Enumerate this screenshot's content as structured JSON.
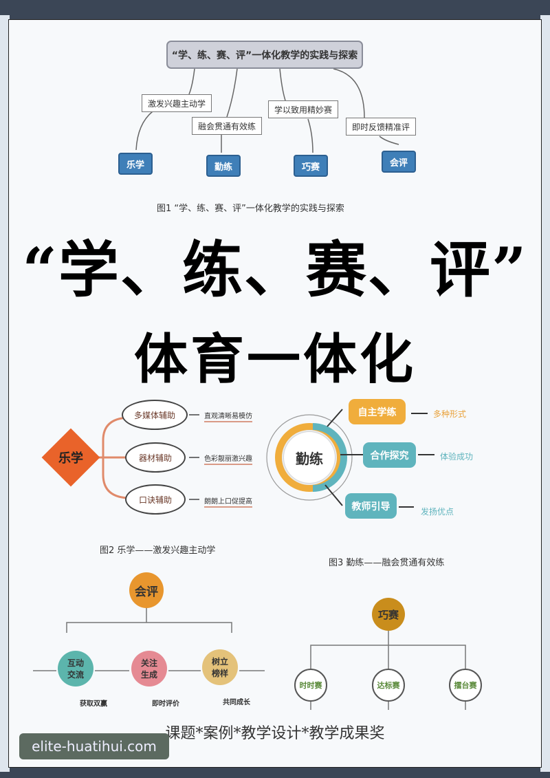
{
  "fig1": {
    "root": "“学、练、赛、评”一体化教学的实践与探索",
    "branches": [
      {
        "label": "激发兴趣主动学",
        "node": "乐学"
      },
      {
        "label": "融会贯通有效练",
        "node": "勤练"
      },
      {
        "label": "学以致用精妙赛",
        "node": "巧赛"
      },
      {
        "label": "即时反馈精准评",
        "node": "会评"
      }
    ],
    "caption": "图1 “学、练、赛、评”一体化教学的实践与探索"
  },
  "title": {
    "line1": "“学、练、赛、评”",
    "line2": "体育一体化"
  },
  "fig2": {
    "center": "乐学",
    "items": [
      {
        "node": "多媒体辅助",
        "note": "直观清晰易模仿"
      },
      {
        "node": "器材辅助",
        "note": "色彩靓丽激兴趣"
      },
      {
        "node": "口诀辅助",
        "note": "朗朗上口促提高"
      }
    ],
    "caption": "图2 乐学——激发兴趣主动学"
  },
  "fig3": {
    "center": "勤练",
    "items": [
      {
        "node": "自主学练",
        "note": "多种形式"
      },
      {
        "node": "合作探究",
        "note": "体验成功"
      },
      {
        "node": "教师引导",
        "note": "发扬优点"
      }
    ],
    "caption": "图3 勤练——融会贯通有效练"
  },
  "fig4": {
    "center": "会评",
    "items": [
      {
        "node": "互动交流",
        "note": "获取双赢"
      },
      {
        "node": "关注生成",
        "note": "即时评价"
      },
      {
        "node": "树立榜样",
        "note": "共同成长"
      }
    ]
  },
  "fig5": {
    "center": "巧赛",
    "items": [
      "时时赛",
      "达标赛",
      "擂台赛"
    ]
  },
  "footer": "课题*案例*教学设计*教学成果奖",
  "watermark": "elite-huatihui.com",
  "colors": {
    "blue": "#3f7fb8",
    "orange": "#e9632a",
    "gold": "#f0ad3c",
    "teal": "#5fb4bd"
  }
}
